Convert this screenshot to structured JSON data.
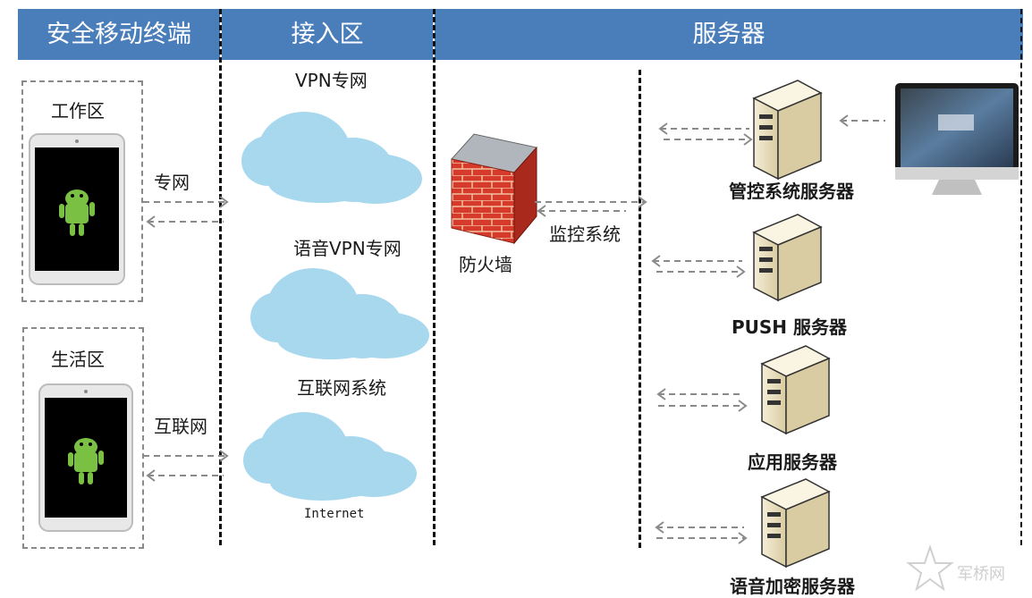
{
  "header": {
    "terminal": "安全移动终端",
    "access": "接入区",
    "servers": "服务器"
  },
  "zones": {
    "work": "工作区",
    "life": "生活区"
  },
  "links": {
    "private": "专网",
    "internet": "互联网",
    "monitor": "监控系统"
  },
  "clouds": {
    "vpn": "VPN专网",
    "voice_vpn": "语音VPN专网",
    "internet_system": "互联网系统",
    "internet_small": "Internet"
  },
  "firewall": "防火墙",
  "servers": {
    "control": "管控系统服务器",
    "push": "PUSH 服务器",
    "app": "应用服务器",
    "voice_encrypt": "语音加密服务器"
  },
  "watermark": "军桥网",
  "colors": {
    "header_bg": "#4a7ebb",
    "cloud": "#a8d8ee",
    "firewall_brick": "#d63a2a",
    "server_body": "#efe6c8"
  }
}
